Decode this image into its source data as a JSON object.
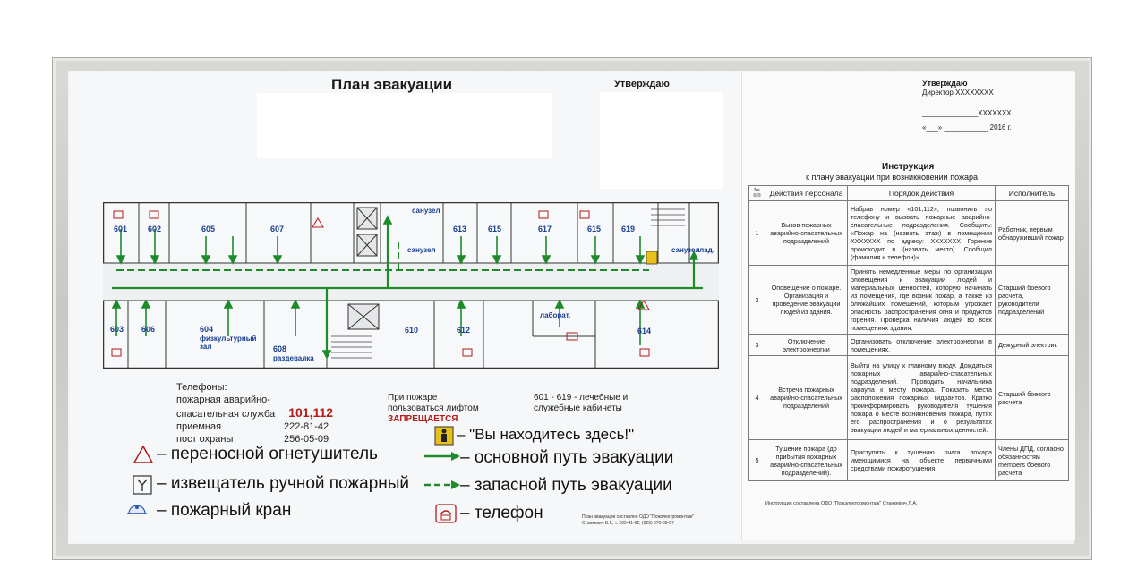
{
  "plan": {
    "title": "План эвакуации",
    "approve": "Утверждаю",
    "rooms": {
      "r601": "601",
      "r602": "602",
      "r605": "605",
      "r607": "607",
      "r613": "613",
      "r615": "615",
      "r617": "617",
      "r615b": "615",
      "r619": "619",
      "r603": "603",
      "r606": "606",
      "r604": "604",
      "r608": "608",
      "r610": "610",
      "r612": "612",
      "r614": "614"
    },
    "labels": {
      "wc1": "санузел",
      "wc2": "санузел",
      "wc3": "санузел",
      "storage": "клад.",
      "gym1": "физкультурный",
      "gym2": "зал",
      "locker": "раздевалка",
      "lab": "лаборат."
    }
  },
  "phones": {
    "title": "Телефоны:",
    "line1": "пожарная аварийно-",
    "line2_label": "спасательная служба",
    "line2_value": "101,112",
    "line3_label": "приемная",
    "line3_value": "222-81-42",
    "line4_label": "пост охраны",
    "line4_value": "256-05-09"
  },
  "lift": {
    "line1": "При пожаре",
    "line2": "пользоваться лифтом",
    "line3": "ЗАПРЕЩАЕТСЯ"
  },
  "cabinets": {
    "line1": "601 - 619 - лечебные и",
    "line2": "служебные кабинеты"
  },
  "legend": {
    "extinguisher": "– переносной огнетушитель",
    "detector": "– извещатель ручной пожарный",
    "hydrant": "– пожарный кран",
    "here": "– \"Вы находитесь здесь!\"",
    "main_route": "– основной путь эвакуации",
    "spare_route": "– запасной путь эвакуации",
    "phone": "– телефон"
  },
  "author": {
    "line1": "План эвакуации составлен ОДО \"Пожэлектромонтаж\"",
    "line2": "Станкевич В.Г., т. 205-41-62, (029) 670-89-67"
  },
  "approval": {
    "title": "Утверждаю",
    "director": "Директор XXXXXXXX",
    "sign": "______________XXXXXXX",
    "date": "«___» ___________ 2016 г."
  },
  "instruction": {
    "title": "Инструкция",
    "subtitle": "к плану эвакуации при возникновении пожара",
    "headers": [
      "№ п/п",
      "Действия персонала",
      "Порядок действия",
      "Исполнитель"
    ],
    "rows": [
      {
        "num": "1",
        "action": "Вызов пожарных аварийно-спасательных подразделений",
        "order": "Набрав номер «101,112», позвонить по телефону и вызвать пожарные аварийно-спасательные подразделения. Сообщить: «Пожар на (назвать этаж) в помещении XXXXXXX по адресу: XXXXXXX Горение происходит в (назвать место). Сообщил (фамилия и телефон)».",
        "executor": "Работник, первым обнаруживший пожар"
      },
      {
        "num": "2",
        "action": "Оповещение о пожаре. Организация и проведение эвакуации людей из здания.",
        "order": "Принять немедленные меры по организации оповещения и эвакуации людей и материальных ценностей, которую начинать из помещения, где возник пожар, а также из ближайших помещений, которым угрожает опасность распространения огня и продуктов горения. Проверка наличия людей во всех помещениях здания.",
        "executor": "Старший боевого расчета, руководители подразделений"
      },
      {
        "num": "3",
        "action": "Отключение электроэнергии",
        "order": "Организовать отключение электроэнергии в помещениях.",
        "executor": "Дежурный электрик"
      },
      {
        "num": "4",
        "action": "Встреча пожарных аварийно-спасательных подразделений",
        "order": "Выйти на улицу к главному входу. Дождаться пожарных аварийно-спасательных подразделений. Проводить начальника караула к месту пожара. Показать места расположения пожарных гидрантов. Кратко проинформировать руководителя тушения пожара о месте возникновения пожара, путях его распространения и о результатах эвакуации людей и материальных ценностей.",
        "executor": "Старший боевого расчета"
      },
      {
        "num": "5",
        "action": "Тушение пожара (до прибытия пожарных аварийно-спасательных подразделений).",
        "order": "Приступить к тушению очага пожара имеющимися на объекте первичными средствами пожаротушения.",
        "executor": "Члены ДПД, согласно обязанностям members боевого расчета"
      }
    ],
    "footer": "Инструкция составлена ОДО \"Пожэлектромонтаж\"   Станкевич Л.А."
  },
  "colors": {
    "route": "#1e8a2a",
    "plan_text": "#1a3f8f",
    "alert": "#b31b1b",
    "wall": "#333333"
  }
}
